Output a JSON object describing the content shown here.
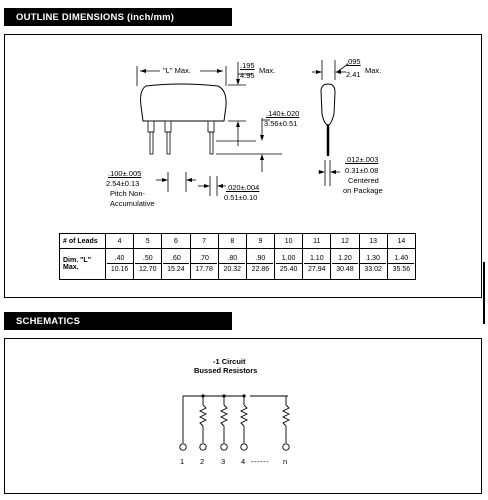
{
  "outline": {
    "header": "OUTLINE DIMENSIONS (inch/mm)",
    "L_label": "\"L\" Max.",
    "height_in": ".195",
    "height_mm": "4.95",
    "height_suffix": "Max.",
    "lead_len_in": ".140±.020",
    "lead_len_mm": "3.56±0.51",
    "pitch_in": ".100±.005",
    "pitch_mm": "2.54±0.13",
    "pitch_note1": "Pitch Non-",
    "pitch_note2": "Accumulative",
    "lead_w_in": ".020±.004",
    "lead_w_mm": "0.51±0.10",
    "thick_in": ".095",
    "thick_mm": "2.41",
    "thick_suffix": "Max.",
    "lead_t_in": ".012±.003",
    "lead_t_mm": "0.31±0.08",
    "centered1": "Centered",
    "centered2": "on Package"
  },
  "table": {
    "leads_header": "# of Leads",
    "dim_header1": "Dim. \"L\"",
    "dim_header2": "Max.",
    "leads": [
      "4",
      "5",
      "6",
      "7",
      "8",
      "9",
      "10",
      "11",
      "12",
      "13",
      "14"
    ],
    "in": [
      ".40",
      ".50",
      ".60",
      ".70",
      ".80",
      ".90",
      "1.00",
      "1.10",
      "1.20",
      "1.30",
      "1.40"
    ],
    "mm": [
      "10.16",
      "12.70",
      "15.24",
      "17.78",
      "20.32",
      "22.86",
      "25.40",
      "27.94",
      "30.48",
      "33.02",
      "35.56"
    ]
  },
  "schematics": {
    "header": "SCHEMATICS",
    "title1": "-1 Circuit",
    "title2": "Bussed Resistors",
    "pins": [
      "1",
      "2",
      "3",
      "4",
      "n"
    ],
    "dashes": "------"
  }
}
